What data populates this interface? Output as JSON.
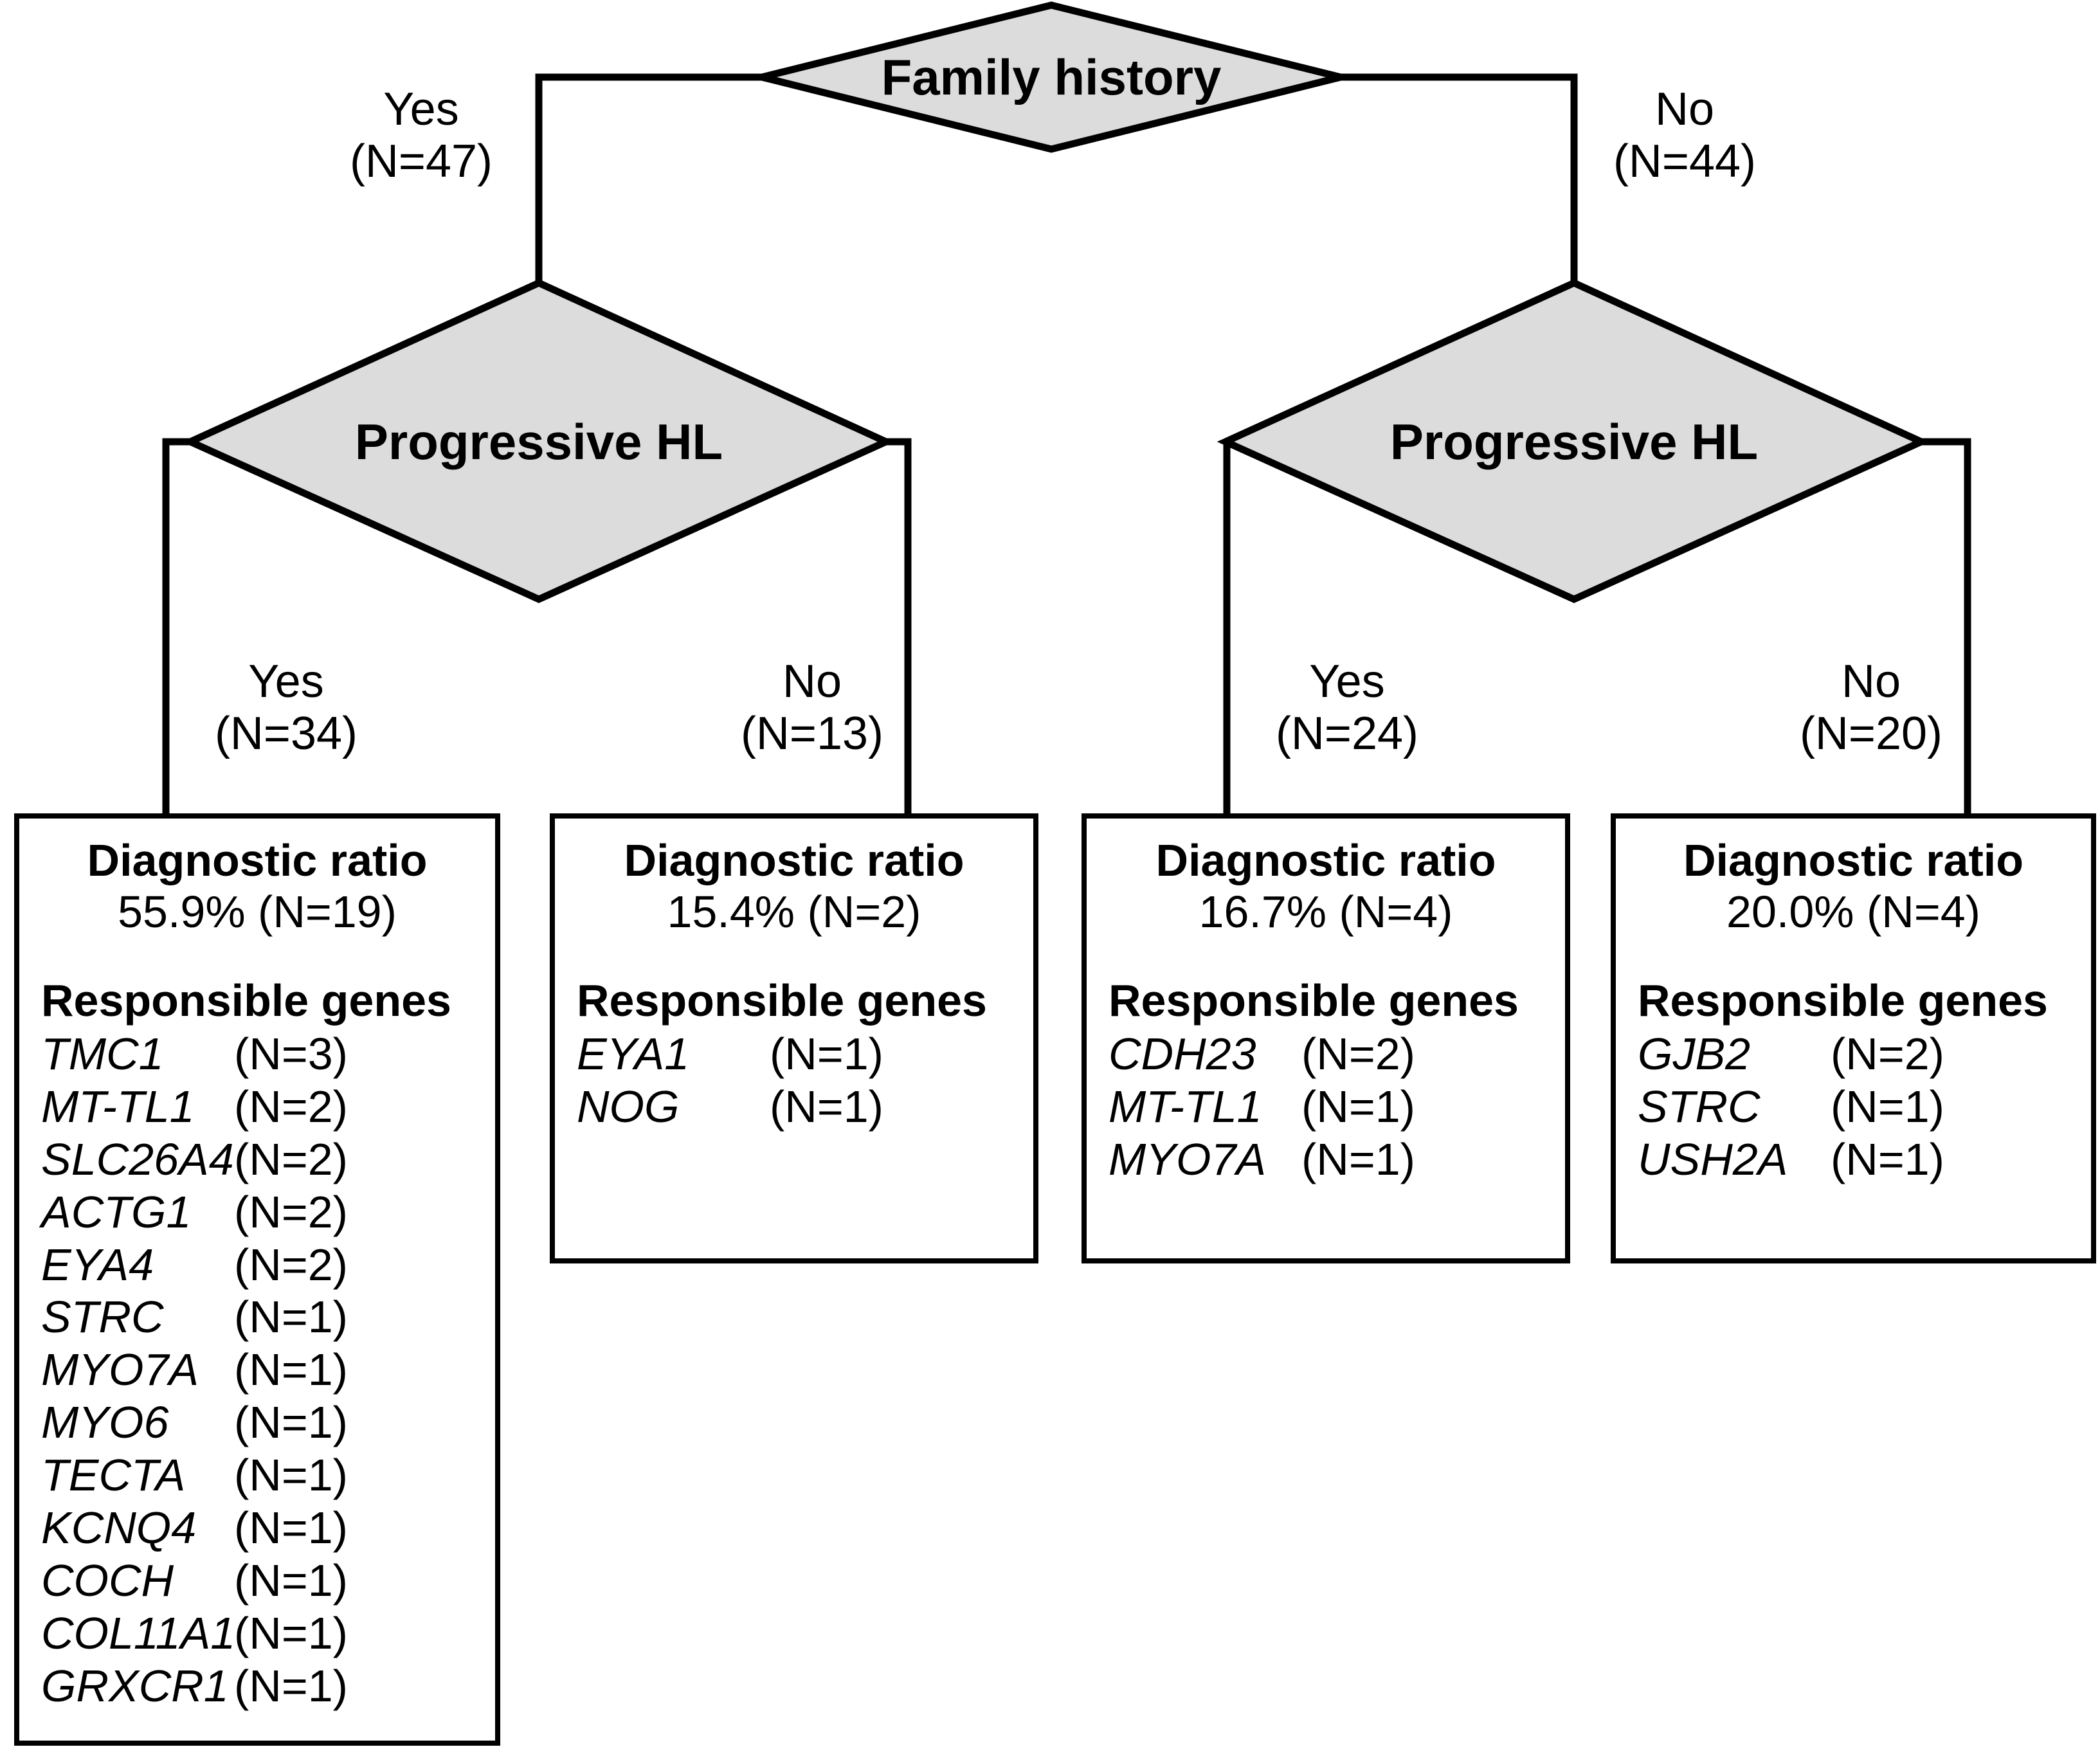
{
  "tree": {
    "root": {
      "label": "Family history",
      "shape": "diamond"
    },
    "root_branches": [
      {
        "answer": "Yes",
        "count_text": "(N=47)",
        "n": 47,
        "side": "left"
      },
      {
        "answer": "No",
        "count_text": "(N=44)",
        "n": 44,
        "side": "right"
      }
    ],
    "level2": [
      {
        "label": "Progressive HL",
        "shape": "diamond",
        "parent_branch": "Yes"
      },
      {
        "label": "Progressive HL",
        "shape": "diamond",
        "parent_branch": "No"
      }
    ],
    "level2_branches": [
      {
        "answer": "Yes",
        "count_text": "(N=34)",
        "n": 34
      },
      {
        "answer": "No",
        "count_text": "(N=13)",
        "n": 13
      },
      {
        "answer": "Yes",
        "count_text": "(N=24)",
        "n": 24
      },
      {
        "answer": "No",
        "count_text": "(N=20)",
        "n": 20
      }
    ],
    "leaves": [
      {
        "title": "Diagnostic ratio",
        "ratio_text": "55.9% (N=19)",
        "ratio_percent": 55.9,
        "ratio_n": 19,
        "genes_heading": "Responsible genes",
        "genes": [
          {
            "name": "TMC1",
            "count_text": "(N=3)",
            "n": 3
          },
          {
            "name": "MT-TL1",
            "count_text": "(N=2)",
            "n": 2
          },
          {
            "name": "SLC26A4",
            "count_text": "(N=2)",
            "n": 2
          },
          {
            "name": "ACTG1",
            "count_text": "(N=2)",
            "n": 2
          },
          {
            "name": "EYA4",
            "count_text": "(N=2)",
            "n": 2
          },
          {
            "name": "STRC",
            "count_text": "(N=1)",
            "n": 1
          },
          {
            "name": "MYO7A",
            "count_text": "(N=1)",
            "n": 1
          },
          {
            "name": "MYO6",
            "count_text": "(N=1)",
            "n": 1
          },
          {
            "name": "TECTA",
            "count_text": "(N=1)",
            "n": 1
          },
          {
            "name": "KCNQ4",
            "count_text": "(N=1)",
            "n": 1
          },
          {
            "name": "COCH",
            "count_text": "(N=1)",
            "n": 1
          },
          {
            "name": "COL11A1",
            "count_text": "(N=1)",
            "n": 1
          },
          {
            "name": "GRXCR1",
            "count_text": "(N=1)",
            "n": 1
          }
        ]
      },
      {
        "title": "Diagnostic ratio",
        "ratio_text": "15.4% (N=2)",
        "ratio_percent": 15.4,
        "ratio_n": 2,
        "genes_heading": "Responsible genes",
        "genes": [
          {
            "name": "EYA1",
            "count_text": "(N=1)",
            "n": 1
          },
          {
            "name": "NOG",
            "count_text": "(N=1)",
            "n": 1
          }
        ]
      },
      {
        "title": "Diagnostic ratio",
        "ratio_text": "16.7% (N=4)",
        "ratio_percent": 16.7,
        "ratio_n": 4,
        "genes_heading": "Responsible genes",
        "genes": [
          {
            "name": "CDH23",
            "count_text": "(N=2)",
            "n": 2
          },
          {
            "name": "MT-TL1",
            "count_text": "(N=1)",
            "n": 1
          },
          {
            "name": "MYO7A",
            "count_text": "(N=1)",
            "n": 1
          }
        ]
      },
      {
        "title": "Diagnostic ratio",
        "ratio_text": "20.0% (N=4)",
        "ratio_percent": 20.0,
        "ratio_n": 4,
        "genes_heading": "Responsible genes",
        "genes": [
          {
            "name": "GJB2",
            "count_text": "(N=2)",
            "n": 2
          },
          {
            "name": "STRC",
            "count_text": "(N=1)",
            "n": 1
          },
          {
            "name": "USH2A",
            "count_text": "(N=1)",
            "n": 1
          }
        ]
      }
    ]
  },
  "style": {
    "diamond_fill": "#dcdcdc",
    "stroke": "#000000",
    "background": "#ffffff"
  }
}
